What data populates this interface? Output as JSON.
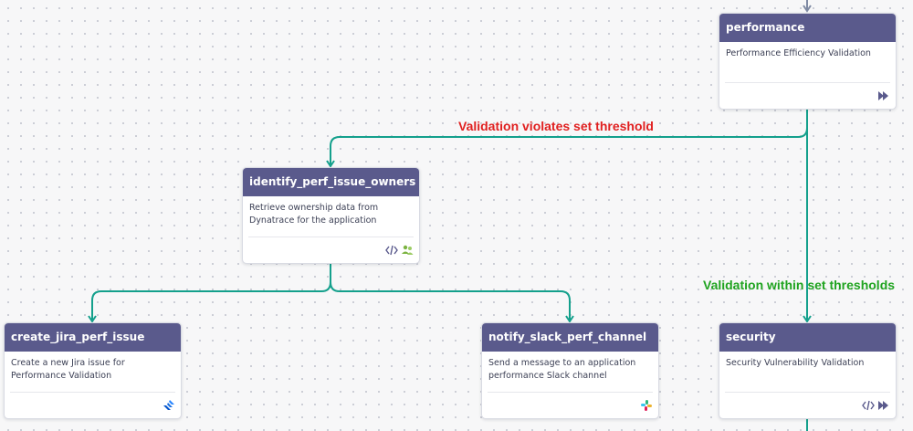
{
  "colors": {
    "node_header": "#5a5a8c",
    "edge": "#14a08c",
    "label_violation": "#e02020",
    "label_within": "#1fa31f"
  },
  "nodes": {
    "performance": {
      "title": "performance",
      "description": "Performance Efficiency Validation",
      "icons": [
        "play-forward-icon"
      ]
    },
    "identify": {
      "title": "identify_perf_issue_owners",
      "description": "Retrieve ownership data from Dynatrace for the application",
      "icons": [
        "code-icon",
        "people-icon"
      ]
    },
    "jira": {
      "title": "create_jira_perf_issue",
      "description": "Create a new Jira issue for Performance Validation",
      "icons": [
        "jira-icon"
      ]
    },
    "slack": {
      "title": "notify_slack_perf_channel",
      "description": "Send a message to an application performance Slack channel",
      "icons": [
        "slack-icon"
      ]
    },
    "security": {
      "title": "security",
      "description": "Security Vulnerability Validation",
      "icons": [
        "code-icon",
        "play-forward-icon"
      ]
    }
  },
  "edge_labels": {
    "violation": "Validation violates set threshold",
    "within": "Validation within set thresholds"
  }
}
